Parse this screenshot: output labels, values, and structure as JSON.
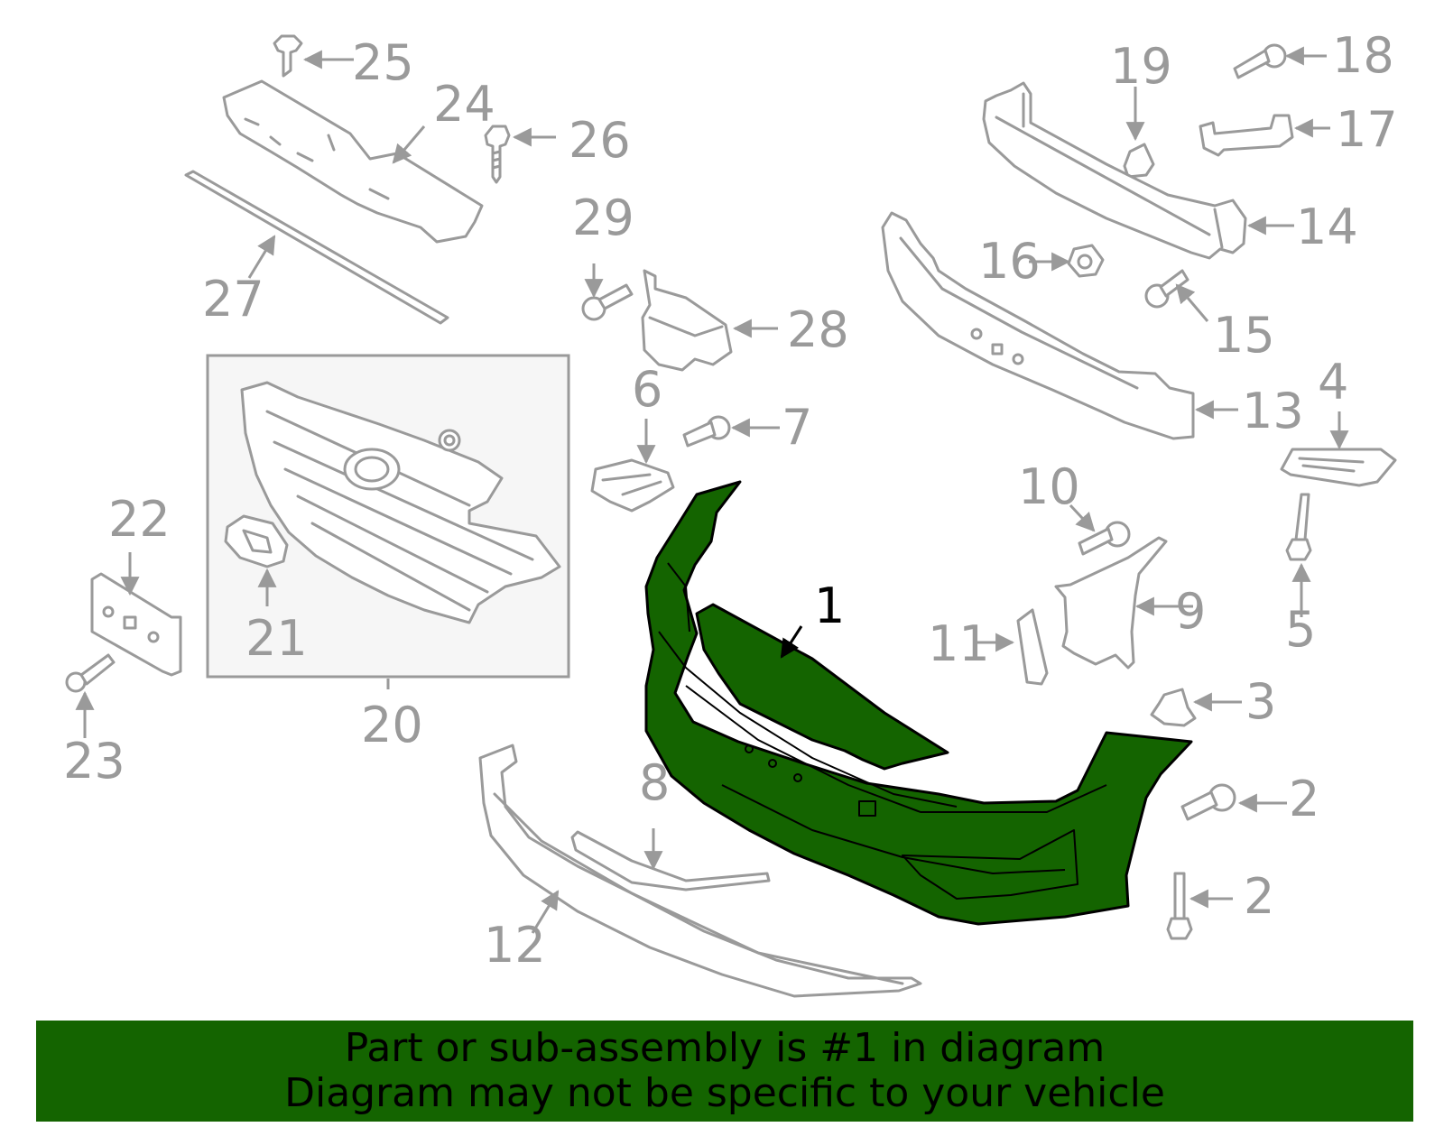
{
  "diagram": {
    "highlighted_part": "1",
    "highlight_color": "#146400",
    "line_color": "#9a9a9a",
    "labels": [
      "1",
      "2",
      "2",
      "3",
      "4",
      "5",
      "6",
      "7",
      "8",
      "9",
      "10",
      "11",
      "12",
      "13",
      "14",
      "15",
      "16",
      "17",
      "18",
      "19",
      "20",
      "21",
      "22",
      "23",
      "24",
      "25",
      "26",
      "27",
      "28",
      "29"
    ]
  },
  "banner": {
    "line1": "Part or sub-assembly is #1 in diagram",
    "line2": "Diagram may not be specific to your vehicle",
    "background": "#146400"
  }
}
